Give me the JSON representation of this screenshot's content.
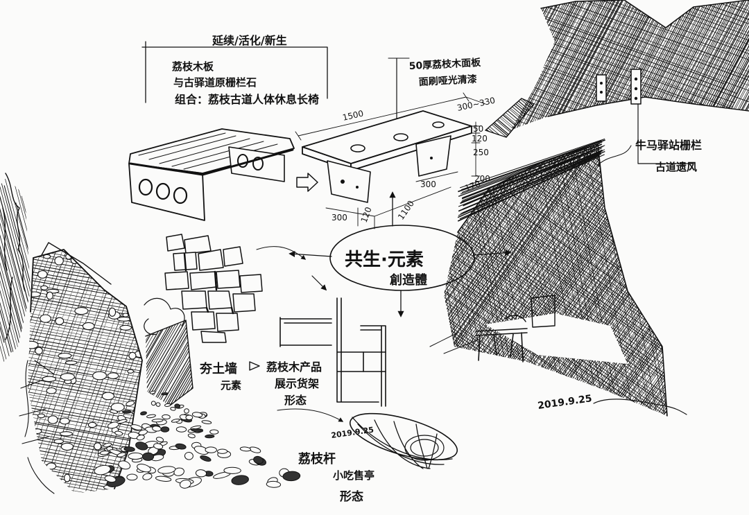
{
  "sketch": {
    "headline": "延续/活化/新生",
    "bench_notes": [
      "荔枝木板",
      "与古驿道原栅栏石",
      "组合：荔枝古道人体休息长椅"
    ],
    "material_notes": [
      "50厚荔枝木面板",
      "面刷哑光清漆"
    ],
    "dimensions": {
      "length": "1500",
      "width": "300~330",
      "top_thickness": "50",
      "top_120": "120",
      "height": "250",
      "leg_300": "300",
      "leg_170": "170",
      "leg_200": "200",
      "base_300": "300",
      "base_120": "120",
      "depth_1100": "1100"
    },
    "center": {
      "title": "共生·元素",
      "subtitle": "創造體"
    },
    "right_notes": [
      "牛马驿站栅栏",
      "古道遗风"
    ],
    "wall_notes": {
      "source": [
        "夯土墙",
        "元素"
      ],
      "target": [
        "荔枝木产品",
        "展示货架",
        "形态"
      ]
    },
    "basket_notes": [
      "荔枝杆",
      "小吃售亭",
      "形态"
    ],
    "dates": [
      "2019.9.25",
      "2019.9.25"
    ]
  }
}
